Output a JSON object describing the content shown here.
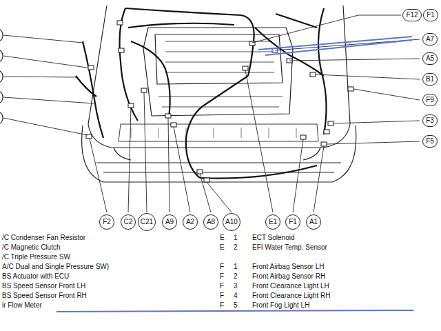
{
  "diagram": {
    "nodes": [
      {
        "text": [
          "F12"
        ]
      },
      {
        "text": [
          "F1"
        ]
      },
      {
        "text": [
          "A7"
        ]
      },
      {
        "text": [
          "A5"
        ]
      },
      {
        "text": [
          "B1"
        ]
      },
      {
        "text": [
          "F9"
        ]
      },
      {
        "text": [
          "F3"
        ]
      },
      {
        "text": [
          "F5"
        ]
      },
      {
        "text": [
          "F2"
        ]
      },
      {
        "text": [
          "C2"
        ]
      },
      {
        "text": [
          "C21"
        ]
      },
      {
        "text": [
          "A9"
        ]
      },
      {
        "text": [
          "A2"
        ]
      },
      {
        "text": [
          "A8"
        ]
      },
      {
        "text": [
          "A10"
        ]
      },
      {
        "text": [
          "E1"
        ]
      },
      {
        "text": [
          "F1"
        ]
      },
      {
        "text": [
          "A1"
        ]
      }
    ],
    "labels": [
      "/C Condenser Fan Resistor",
      "/C Magnetic Clutch",
      "/C Triple Pressure SW",
      "A/C Dual and Single Pressure SW)",
      "BS Actuator with ECU",
      "BS Speed Sensor Front LH",
      "BS Speed Sensor Front RH",
      "ir Flow Meter",
      "E",
      "1",
      "ECT Solenoid",
      "E",
      "2",
      "EFI Water Temp. Sensor",
      "F",
      "1",
      "Front Airbag Sensor LH",
      "F",
      "2",
      "Front Airbag Sensor RH",
      "F",
      "3",
      "Front Clearance Light LH",
      "F",
      "4",
      "Front Clearance Light RH",
      "F",
      "5",
      "Front Fog Light LH"
    ]
  }
}
